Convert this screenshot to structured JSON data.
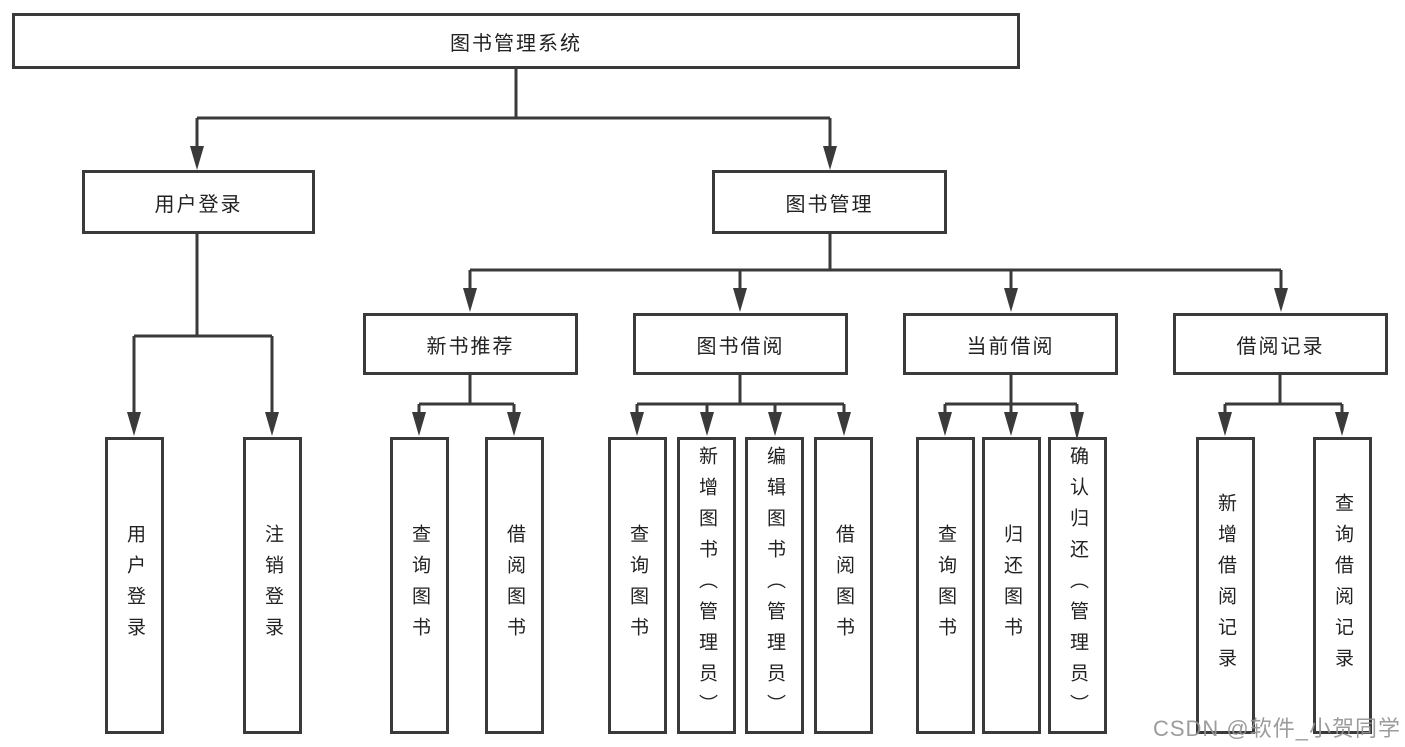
{
  "diagram": {
    "root": {
      "label": "图书管理系统"
    },
    "level2": [
      {
        "label": "用户登录",
        "children": [
          "用户登录",
          "注销登录"
        ]
      },
      {
        "label": "图书管理"
      }
    ],
    "sections": [
      {
        "label": "新书推荐",
        "children": [
          "查询图书",
          "借阅图书"
        ]
      },
      {
        "label": "图书借阅",
        "children": [
          "查询图书",
          "新增图书（管理员）",
          "编辑图书（管理员）",
          "借阅图书"
        ]
      },
      {
        "label": "当前借阅",
        "children": [
          "查询图书",
          "归还图书",
          "确认归还（管理员）"
        ]
      },
      {
        "label": "借阅记录",
        "children": [
          "新增借阅记录",
          "查询借阅记录"
        ]
      }
    ]
  },
  "watermark": {
    "text": "CSDN @软件_小贺同学"
  },
  "colors": {
    "line": "#3a3a3a",
    "box_border": "#3a3a3a",
    "text": "#222222",
    "watermark": "#949496",
    "background": "#ffffff"
  }
}
